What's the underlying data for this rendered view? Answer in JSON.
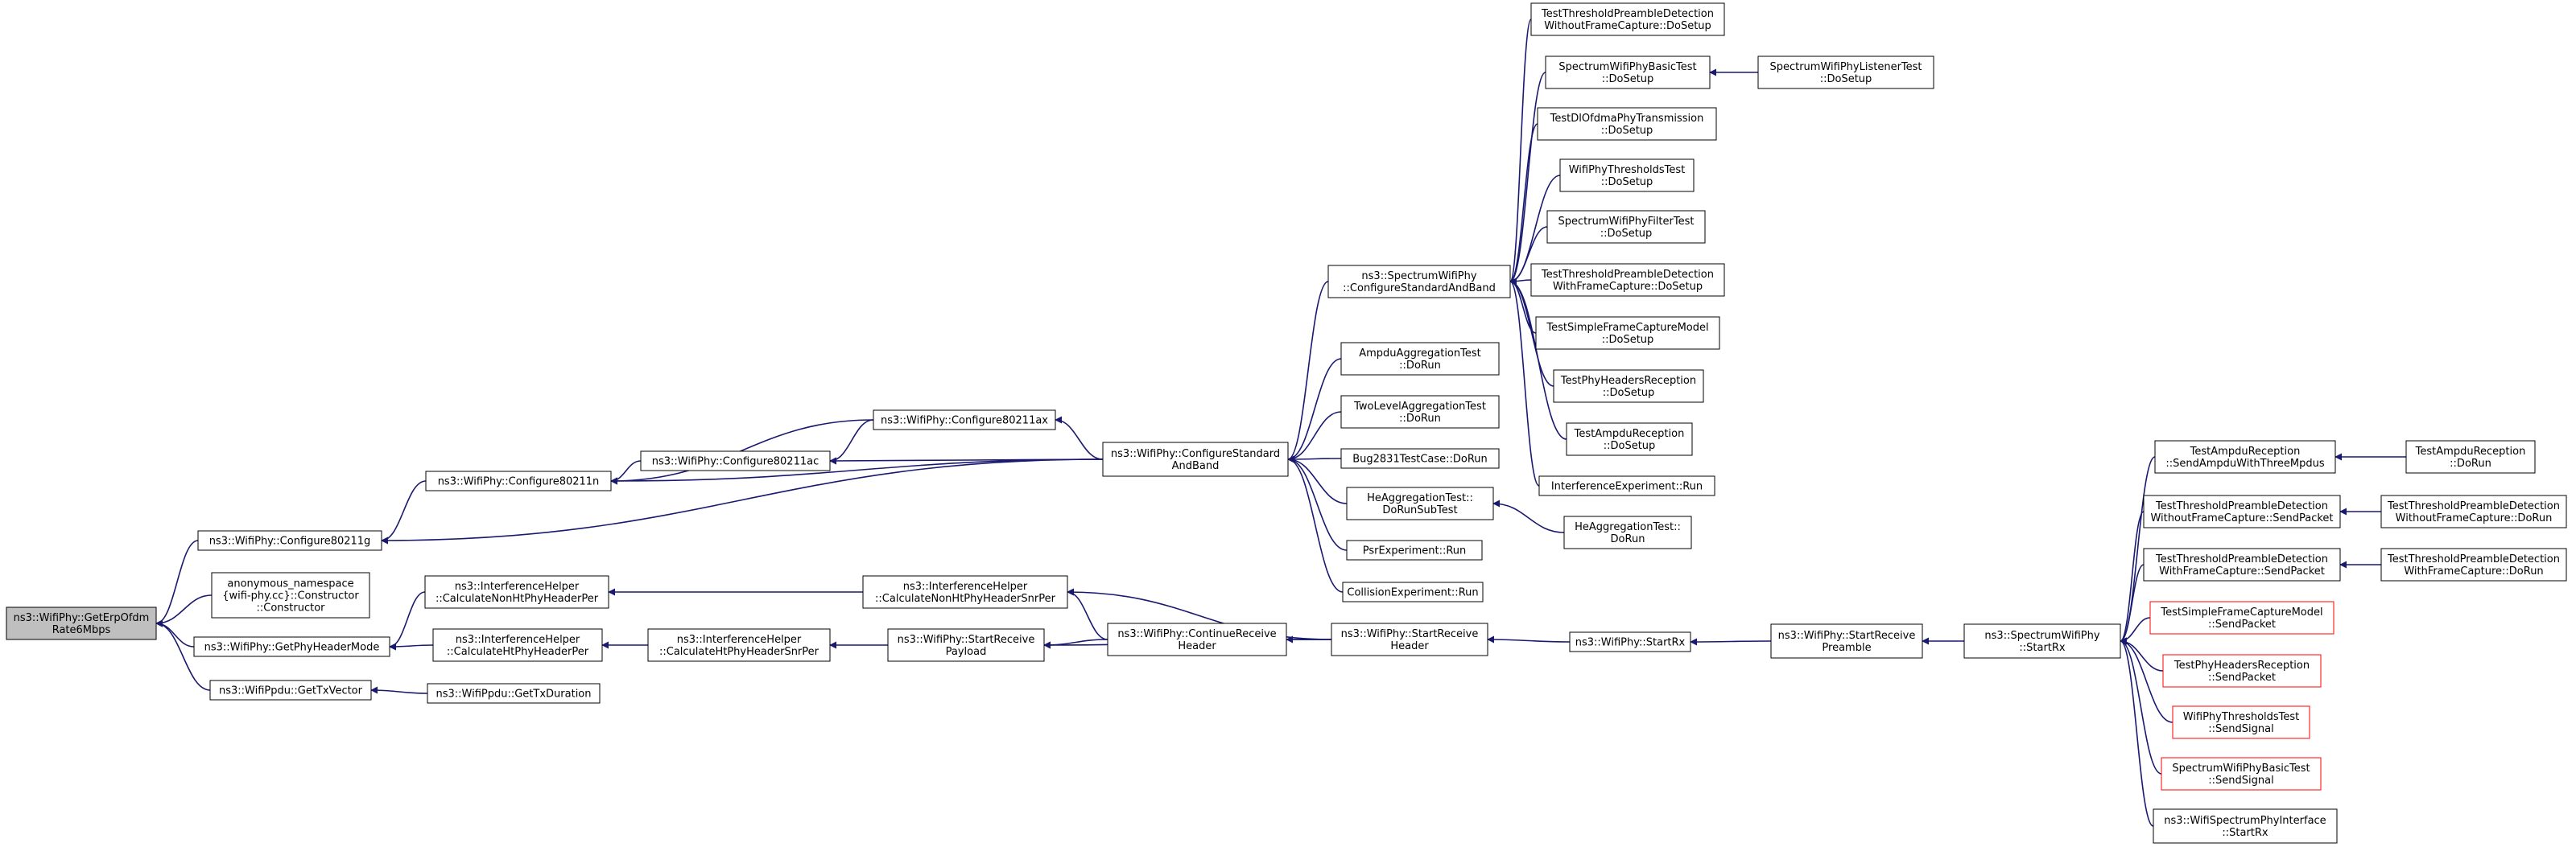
{
  "graph": {
    "edge_color": "#191970",
    "root_fill": "#bfbfbf",
    "truncated_border_color": "#ff0000",
    "arrow_direction": "caller-to-callee",
    "nodes": {
      "n0": {
        "lines": [
          "ns3::WifiPhy::GetErpOfdm",
          "Rate6Mbps"
        ],
        "kind": "root"
      },
      "n1": {
        "lines": [
          "ns3::WifiPhy::Configure80211g"
        ]
      },
      "n2": {
        "lines": [
          "anonymous_namespace",
          "{wifi-phy.cc}::Constructor",
          "::Constructor"
        ]
      },
      "n3": {
        "lines": [
          "ns3::WifiPhy::GetPhyHeaderMode"
        ]
      },
      "n4": {
        "lines": [
          "ns3::WifiPpdu::GetTxVector"
        ]
      },
      "n5": {
        "lines": [
          "ns3::WifiPhy::Configure80211n"
        ]
      },
      "n6": {
        "lines": [
          "ns3::InterferenceHelper",
          "::CalculateNonHtPhyHeaderPer"
        ]
      },
      "n7": {
        "lines": [
          "ns3::InterferenceHelper",
          "::CalculateHtPhyHeaderPer"
        ]
      },
      "n8": {
        "lines": [
          "ns3::WifiPpdu::GetTxDuration"
        ]
      },
      "n9": {
        "lines": [
          "ns3::WifiPhy::Configure80211ac"
        ]
      },
      "n10": {
        "lines": [
          "ns3::WifiPhy::Configure80211ax"
        ]
      },
      "n11": {
        "lines": [
          "ns3::InterferenceHelper",
          "::CalculateNonHtPhyHeaderSnrPer"
        ]
      },
      "n12": {
        "lines": [
          "ns3::InterferenceHelper",
          "::CalculateHtPhyHeaderSnrPer"
        ]
      },
      "n13": {
        "lines": [
          "ns3::WifiPhy::StartReceive",
          "Payload"
        ]
      },
      "n14": {
        "lines": [
          "ns3::WifiPhy::ContinueReceive",
          "Header"
        ]
      },
      "n15": {
        "lines": [
          "ns3::WifiPhy::ConfigureStandard",
          "AndBand"
        ]
      },
      "n16": {
        "lines": [
          "ns3::WifiPhy::StartReceive",
          "Header"
        ]
      },
      "n17": {
        "lines": [
          "ns3::SpectrumWifiPhy",
          "::ConfigureStandardAndBand"
        ]
      },
      "n18": {
        "lines": [
          "AmpduAggregationTest",
          "::DoRun"
        ]
      },
      "n19": {
        "lines": [
          "TwoLevelAggregationTest",
          "::DoRun"
        ]
      },
      "n20": {
        "lines": [
          "Bug2831TestCase::DoRun"
        ]
      },
      "n21": {
        "lines": [
          "HeAggregationTest::",
          "DoRunSubTest"
        ]
      },
      "n22": {
        "lines": [
          "PsrExperiment::Run"
        ]
      },
      "n23": {
        "lines": [
          "CollisionExperiment::Run"
        ]
      },
      "n24": {
        "lines": [
          "ns3::WifiPhy::StartRx"
        ]
      },
      "n25": {
        "lines": [
          "TestThresholdPreambleDetection",
          "WithoutFrameCapture::DoSetup"
        ]
      },
      "n26": {
        "lines": [
          "SpectrumWifiPhyBasicTest",
          "::DoSetup"
        ]
      },
      "n27": {
        "lines": [
          "TestDlOfdmaPhyTransmission",
          "::DoSetup"
        ]
      },
      "n28": {
        "lines": [
          "WifiPhyThresholdsTest",
          "::DoSetup"
        ]
      },
      "n29": {
        "lines": [
          "SpectrumWifiPhyFilterTest",
          "::DoSetup"
        ]
      },
      "n30": {
        "lines": [
          "TestThresholdPreambleDetection",
          "WithFrameCapture::DoSetup"
        ]
      },
      "n31": {
        "lines": [
          "TestSimpleFrameCaptureModel",
          "::DoSetup"
        ]
      },
      "n32": {
        "lines": [
          "TestPhyHeadersReception",
          "::DoSetup"
        ]
      },
      "n33": {
        "lines": [
          "TestAmpduReception",
          "::DoSetup"
        ]
      },
      "n34": {
        "lines": [
          "InterferenceExperiment::Run"
        ]
      },
      "n35": {
        "lines": [
          "HeAggregationTest::",
          "DoRun"
        ]
      },
      "n36": {
        "lines": [
          "ns3::WifiPhy::StartReceive",
          "Preamble"
        ]
      },
      "n37": {
        "lines": [
          "SpectrumWifiPhyListenerTest",
          "::DoSetup"
        ]
      },
      "n38": {
        "lines": [
          "ns3::SpectrumWifiPhy",
          "::StartRx"
        ]
      },
      "n39": {
        "lines": [
          "TestAmpduReception",
          "::SendAmpduWithThreeMpdus"
        ]
      },
      "n40": {
        "lines": [
          "TestThresholdPreambleDetection",
          "WithoutFrameCapture::SendPacket"
        ]
      },
      "n41": {
        "lines": [
          "TestThresholdPreambleDetection",
          "WithFrameCapture::SendPacket"
        ]
      },
      "n42": {
        "lines": [
          "TestSimpleFrameCaptureModel",
          "::SendPacket"
        ],
        "kind": "truncated"
      },
      "n43": {
        "lines": [
          "TestPhyHeadersReception",
          "::SendPacket"
        ],
        "kind": "truncated"
      },
      "n44": {
        "lines": [
          "WifiPhyThresholdsTest",
          "::SendSignal"
        ],
        "kind": "truncated"
      },
      "n45": {
        "lines": [
          "SpectrumWifiPhyBasicTest",
          "::SendSignal"
        ],
        "kind": "truncated"
      },
      "n46": {
        "lines": [
          "ns3::WifiSpectrumPhyInterface",
          "::StartRx"
        ]
      },
      "n47": {
        "lines": [
          "TestAmpduReception",
          "::DoRun"
        ]
      },
      "n48": {
        "lines": [
          "TestThresholdPreambleDetection",
          "WithoutFrameCapture::DoRun"
        ]
      },
      "n49": {
        "lines": [
          "TestThresholdPreambleDetection",
          "WithFrameCapture::DoRun"
        ]
      }
    },
    "edges": [
      [
        "n1",
        "n0"
      ],
      [
        "n2",
        "n0"
      ],
      [
        "n3",
        "n0"
      ],
      [
        "n4",
        "n0"
      ],
      [
        "n5",
        "n1"
      ],
      [
        "n15",
        "n1"
      ],
      [
        "n6",
        "n3"
      ],
      [
        "n7",
        "n3"
      ],
      [
        "n8",
        "n4"
      ],
      [
        "n9",
        "n5"
      ],
      [
        "n10",
        "n5"
      ],
      [
        "n15",
        "n5"
      ],
      [
        "n11",
        "n6"
      ],
      [
        "n12",
        "n7"
      ],
      [
        "n10",
        "n9"
      ],
      [
        "n15",
        "n9"
      ],
      [
        "n15",
        "n10"
      ],
      [
        "n14",
        "n11"
      ],
      [
        "n16",
        "n11"
      ],
      [
        "n13",
        "n12"
      ],
      [
        "n14",
        "n13"
      ],
      [
        "n16",
        "n13"
      ],
      [
        "n16",
        "n14"
      ],
      [
        "n17",
        "n15"
      ],
      [
        "n18",
        "n15"
      ],
      [
        "n19",
        "n15"
      ],
      [
        "n20",
        "n15"
      ],
      [
        "n21",
        "n15"
      ],
      [
        "n22",
        "n15"
      ],
      [
        "n23",
        "n15"
      ],
      [
        "n24",
        "n16"
      ],
      [
        "n25",
        "n17"
      ],
      [
        "n26",
        "n17"
      ],
      [
        "n27",
        "n17"
      ],
      [
        "n28",
        "n17"
      ],
      [
        "n29",
        "n17"
      ],
      [
        "n30",
        "n17"
      ],
      [
        "n31",
        "n17"
      ],
      [
        "n32",
        "n17"
      ],
      [
        "n33",
        "n17"
      ],
      [
        "n34",
        "n17"
      ],
      [
        "n35",
        "n21"
      ],
      [
        "n36",
        "n24"
      ],
      [
        "n37",
        "n26"
      ],
      [
        "n38",
        "n36"
      ],
      [
        "n39",
        "n38"
      ],
      [
        "n40",
        "n38"
      ],
      [
        "n41",
        "n38"
      ],
      [
        "n42",
        "n38"
      ],
      [
        "n43",
        "n38"
      ],
      [
        "n44",
        "n38"
      ],
      [
        "n45",
        "n38"
      ],
      [
        "n46",
        "n38"
      ],
      [
        "n47",
        "n39"
      ],
      [
        "n48",
        "n40"
      ],
      [
        "n49",
        "n41"
      ]
    ]
  }
}
